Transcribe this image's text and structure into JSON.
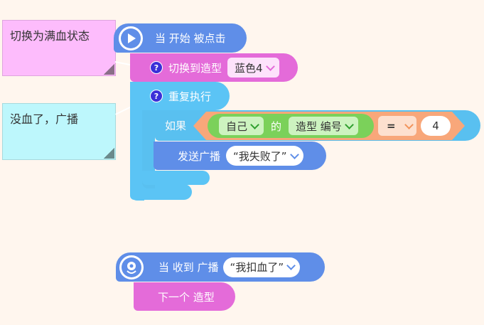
{
  "comments": [
    {
      "text": "切换为满血状态"
    },
    {
      "text": "没血了，广播"
    }
  ],
  "script1": {
    "hat_label": "当 开始 被点击",
    "switch_costume": {
      "label": "切换到造型",
      "value": "蓝色4"
    },
    "repeat": {
      "label": "重复执行"
    },
    "if_block": {
      "label": "如果",
      "self_dropdown": "自己",
      "of_label": "的",
      "property_dropdown": "造型 编号",
      "operator": "=",
      "compare_value": "4"
    },
    "broadcast": {
      "label": "发送广播",
      "message": "“我失败了”"
    }
  },
  "script2": {
    "hat_label": "当 收到 广播",
    "message": "“我扣血了”",
    "next_costume_label": "下一个 造型"
  },
  "colors": {
    "background": "#fff6ee",
    "event_block": "#5f8ee8",
    "looks_block": "#e46bd9",
    "control_block": "#5bc4f5",
    "sensing_block": "#7bd15a",
    "operator_block": "#f8a77a",
    "comment_pink": "#fdbcfc",
    "comment_cyan": "#bdf7fc"
  },
  "icons": [
    "play-icon",
    "broadcast-receive-icon",
    "question-icon",
    "chevron-down-icon"
  ]
}
